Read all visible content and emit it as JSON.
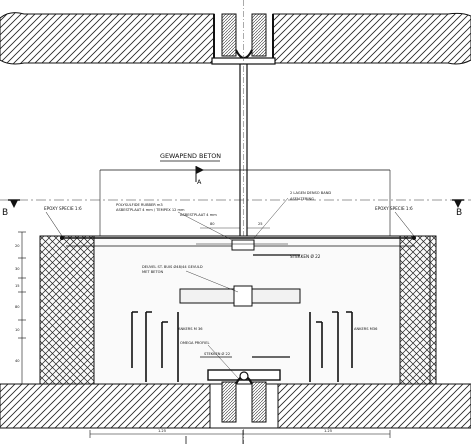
{
  "labels": {
    "gewapend_beton": "GEWAPEND BETON",
    "section_a": "A",
    "section_b": "B",
    "epoxy_left": "EPOXY SPECIE 1:6",
    "epoxy_right": "EPOXY SPECIE 1:6",
    "polysulfide": "POLYSULFIDE RUBBER  m3",
    "asbestplaat_1": "ASBESTPLAAT 4 mm / TEMPEX 12 mm",
    "asbestplaat_2": "ASBESTPLAAT 4 mm",
    "lagen_bands": "2 LAGEN DENSO BAND",
    "asfaltering": "ASFALTERING",
    "stekken_top": "STEKKEN Ø 22",
    "deuvel_1": "DEUVEL ST. BUIS Ø48/44 GEVULD",
    "deuvel_2": "MET BETON",
    "ankers_left": "ANKERS M 36",
    "ankers_right": "ANKERS M36",
    "omega": "OMEGA PROFIEL",
    "stekken_bottom": "STEKKEN Ø 22",
    "dim_80": "80",
    "dim_25": "25",
    "dim_125_left": "1.25",
    "dim_125_right": "1.25",
    "dim_side": [
      "20",
      "30",
      "15",
      "80",
      "10",
      "40"
    ]
  }
}
